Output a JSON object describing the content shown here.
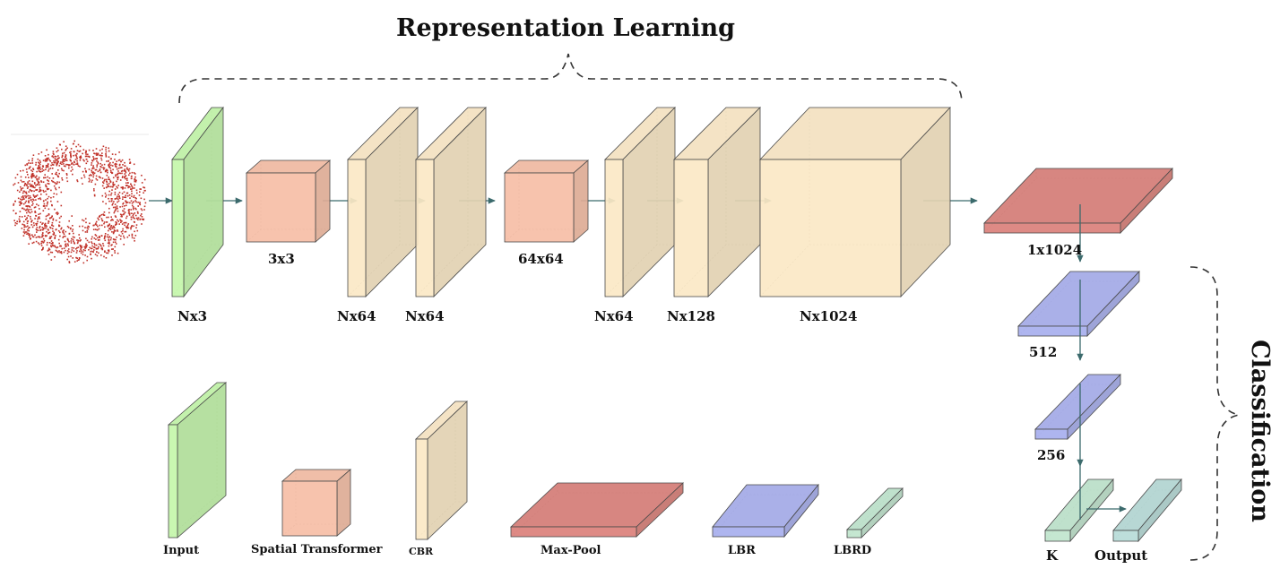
{
  "title": "Representation Learning",
  "side_title": "Classification",
  "colors": {
    "input": "#c6f7ad",
    "spatial_transformer": "#f6bea6",
    "cbr": "#fbe8c6",
    "max_pool": "#dc847e",
    "lbr": "#aab1ee",
    "lbrd": "#c2e6cf",
    "output": "#b9dcd9",
    "arrow": "#3b6a6c",
    "point_cloud": "#c1322a"
  },
  "layers": {
    "input_label": "Nx3",
    "t1_label": "3x3",
    "c1_label": "Nx64",
    "c2_label": "Nx64",
    "t2_label": "64x64",
    "c3_label": "Nx64",
    "c4_label": "Nx128",
    "c5_label": "Nx1024",
    "mp_label": "1x1024"
  },
  "classifier": {
    "fc1_label": "512",
    "fc2_label": "256",
    "k_label": "K",
    "output_label": "Output"
  },
  "legend": {
    "input": "Input",
    "spatial_transformer": "Spatial Transformer",
    "cbr": "CBR",
    "max_pool": "Max-Pool",
    "lbr": "LBR",
    "lbrd": "LBRD"
  }
}
